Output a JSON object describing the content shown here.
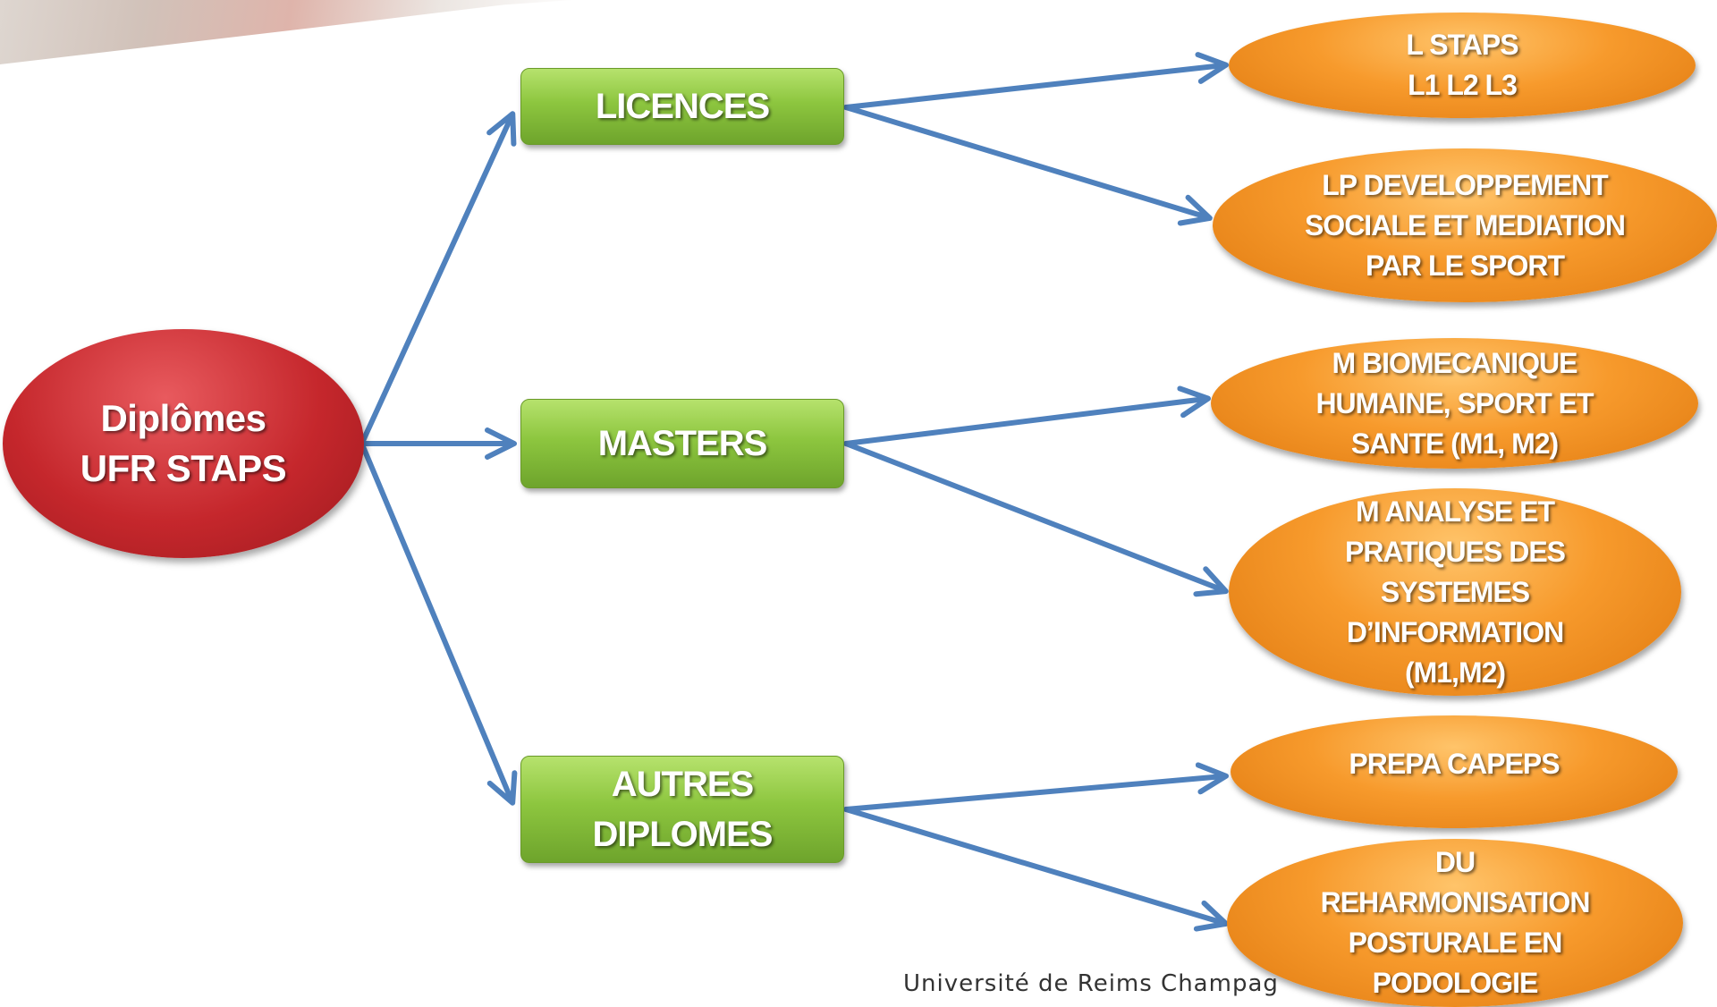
{
  "root": {
    "label": "Diplômes\nUFR STAPS"
  },
  "categories": [
    {
      "id": "licences",
      "label": "LICENCES"
    },
    {
      "id": "masters",
      "label": "MASTERS"
    },
    {
      "id": "autres",
      "label": "AUTRES\nDIPLOMES"
    }
  ],
  "diplomas": [
    {
      "parent": "licences",
      "label": "L  STAPS\nL1 L2 L3"
    },
    {
      "parent": "licences",
      "label": "LP DEVELOPPEMENT\nSOCIALE ET MEDIATION\nPAR LE SPORT"
    },
    {
      "parent": "masters",
      "label": "M BIOMECANIQUE\nHUMAINE, SPORT ET\nSANTE (M1, M2)"
    },
    {
      "parent": "masters",
      "label": "M ANALYSE ET\nPRATIQUES DES\nSYSTEMES\nD’INFORMATION\n(M1,M2)"
    },
    {
      "parent": "autres",
      "label": "PREPA CAPEPS"
    },
    {
      "parent": "autres",
      "label": "DU\nREHARMONISATION\nPOSTURALE EN\nPODOLOGIE"
    }
  ],
  "footer": {
    "text": "Université de Reims Champag"
  },
  "colors": {
    "root": "#c5272c",
    "category": "#8dc63f",
    "diploma": "#f79a2c",
    "connector": "#4f81bd"
  }
}
